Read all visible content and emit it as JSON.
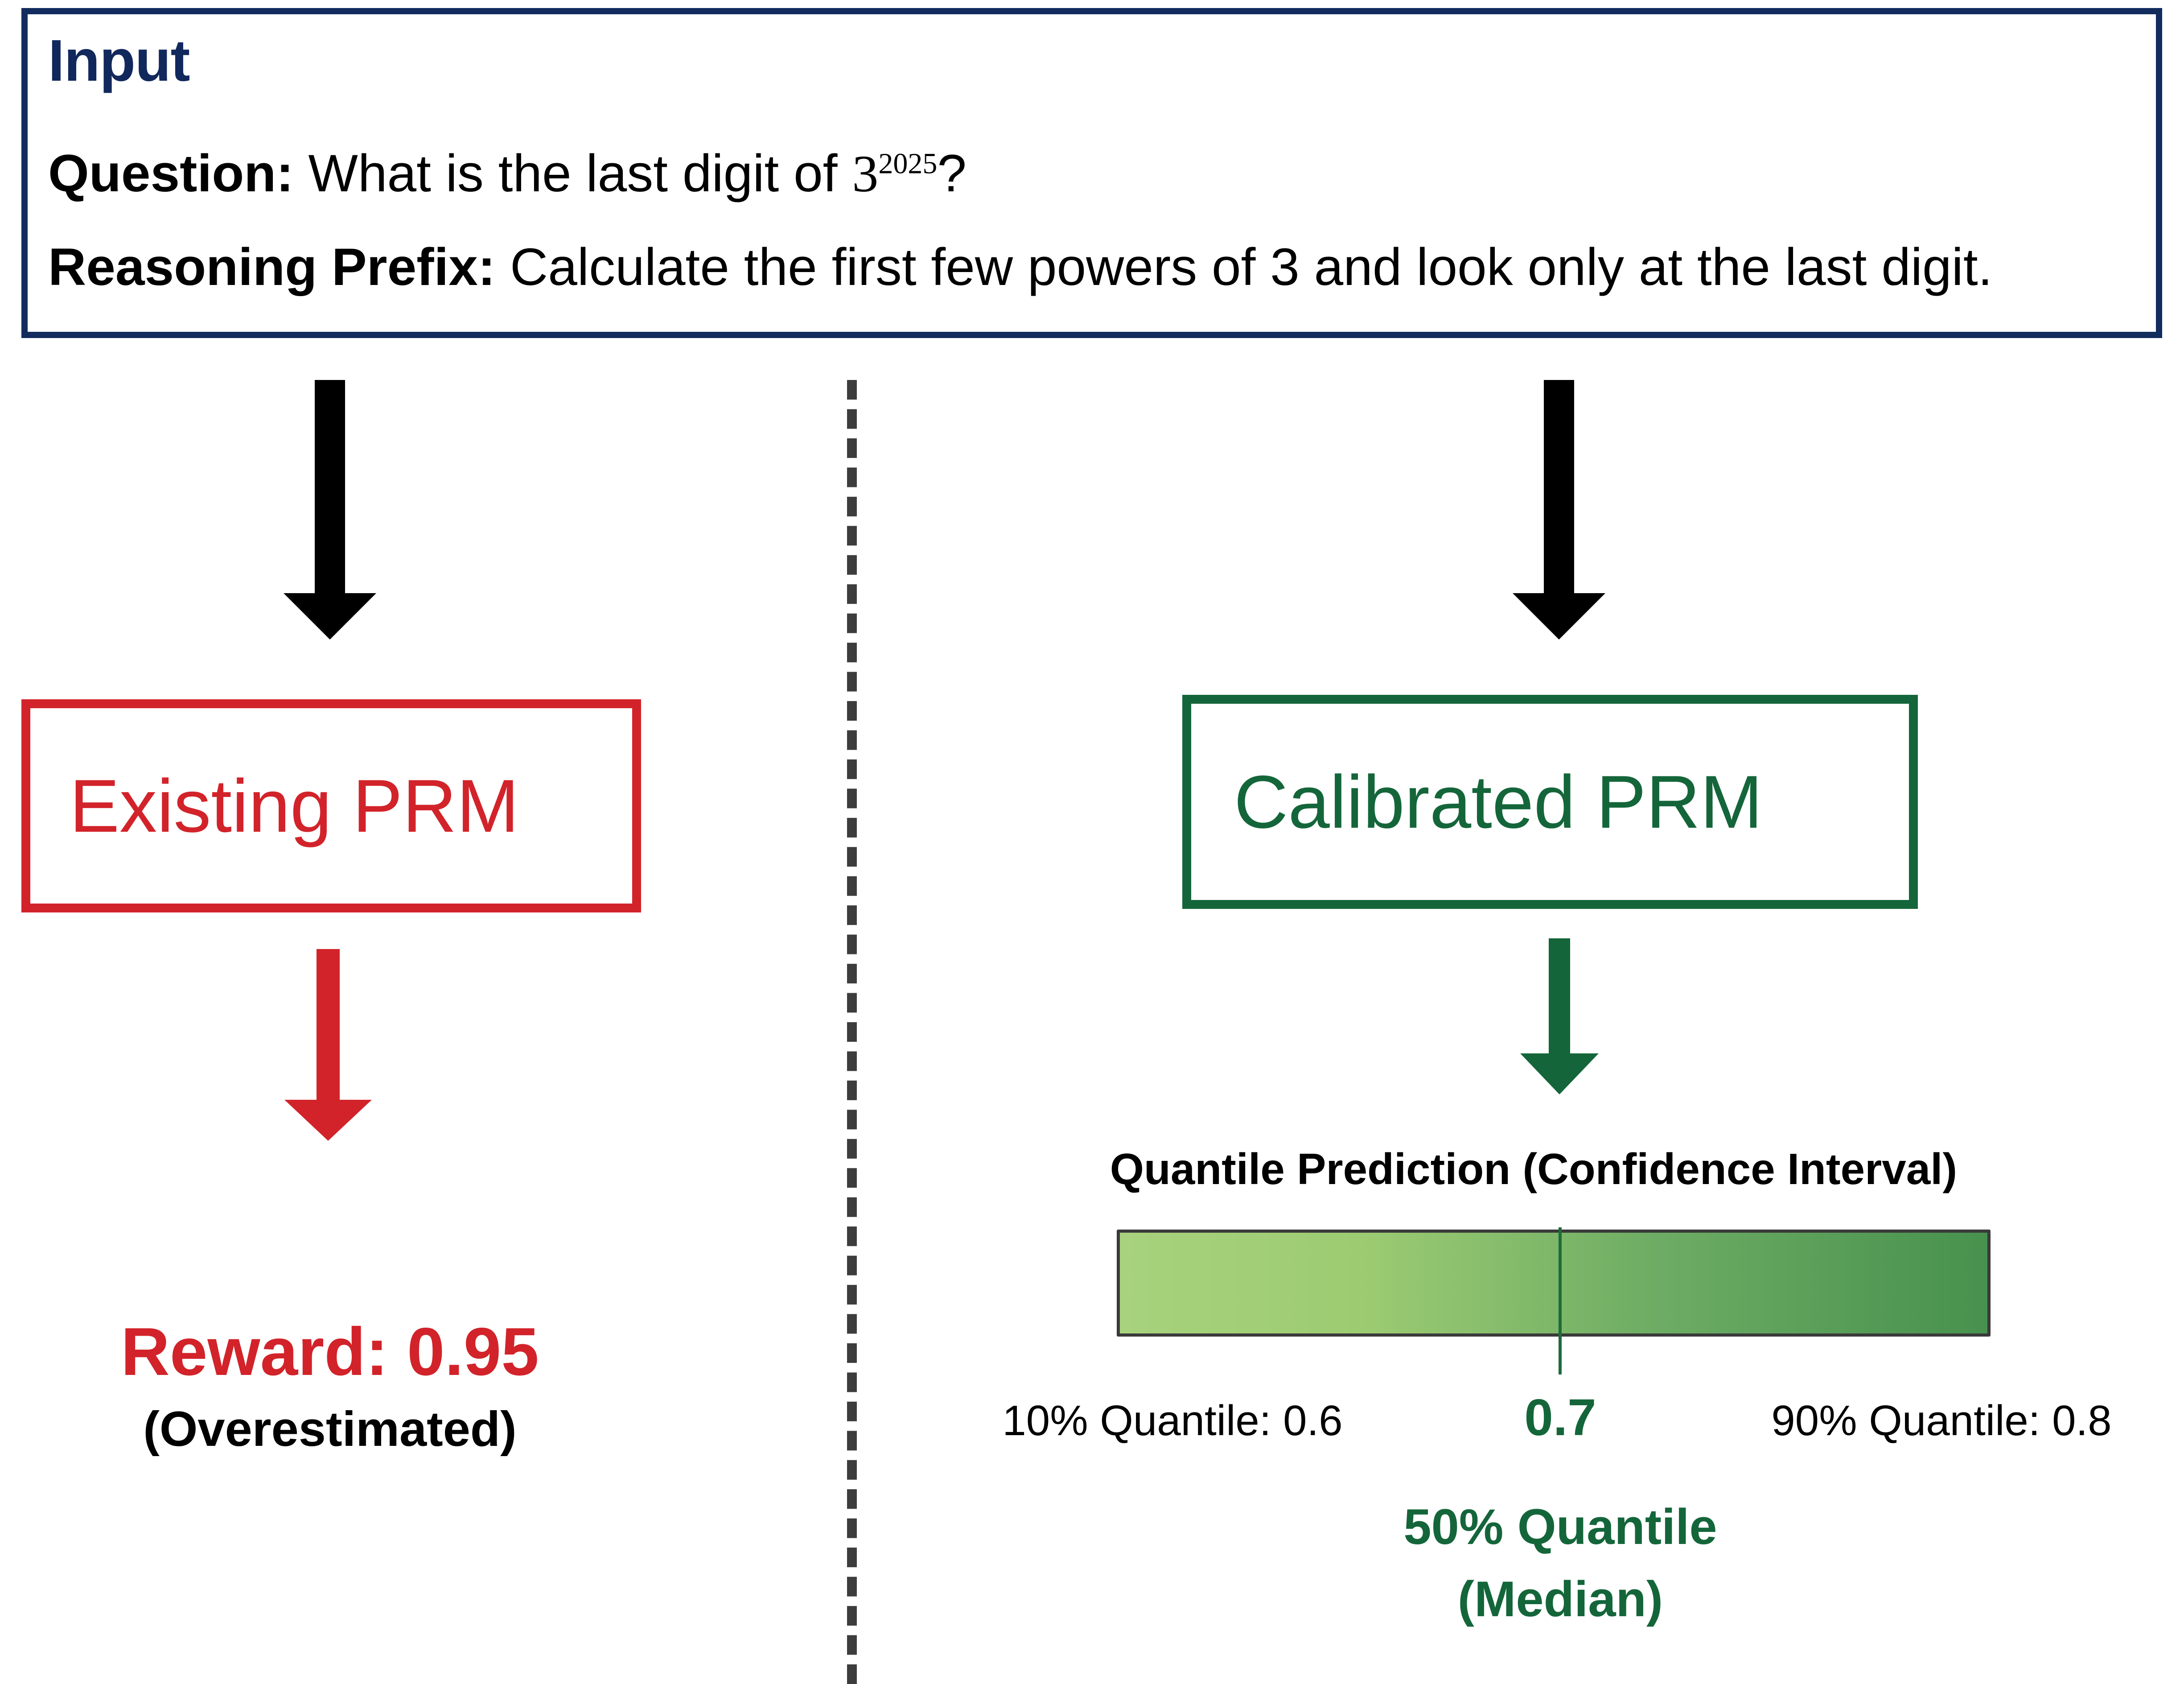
{
  "input_panel": {
    "title": "Input",
    "question_label": "Question:",
    "question_text": "What is the last digit of",
    "question_base": "3",
    "question_exponent": "2025",
    "question_suffix": "?",
    "reasoning_label": "Reasoning Prefix:",
    "reasoning_text": "Calculate the first few powers of 3 and look only at the last digit.",
    "border_color": "#122C5E",
    "title_color": "#11285C"
  },
  "left_branch": {
    "model_label": "Existing PRM",
    "model_color": "#D2232A",
    "reward_text": "Reward: 0.95",
    "reward_note": "(Overestimated)",
    "arrow_color_top": "#000000",
    "arrow_color_output": "#D2232A"
  },
  "right_branch": {
    "model_label": "Calibrated PRM",
    "model_color": "#14663A",
    "quantile_heading": "Quantile Prediction (Confidence Interval)",
    "q10_label": "10% Quantile: 0.6",
    "median_value": "0.7",
    "q90_label": "90% Quantile: 0.8",
    "median_caption_line1": "50% Quantile",
    "median_caption_line2": "(Median)",
    "bar_gradient_start": "#A8D27D",
    "bar_gradient_end": "#47914E",
    "median_line_color": "#1F6B3A",
    "arrow_color_top": "#000000",
    "arrow_color_output": "#14663A"
  },
  "divider": {
    "style": "dashed",
    "color": "#3D3D3D"
  },
  "chart_data": {
    "type": "bar",
    "title": "Quantile Prediction (Confidence Interval)",
    "categories": [
      "10% Quantile",
      "50% Quantile (Median)",
      "90% Quantile"
    ],
    "values": [
      0.6,
      0.7,
      0.8
    ],
    "xlabel": "",
    "ylabel": "",
    "xlim": [
      0.6,
      0.8
    ],
    "annotations": [
      "10% Quantile: 0.6",
      "0.7",
      "90% Quantile: 0.8"
    ],
    "comparison_point": {
      "name": "Existing PRM Reward",
      "value": 0.95,
      "note": "(Overestimated)"
    }
  }
}
